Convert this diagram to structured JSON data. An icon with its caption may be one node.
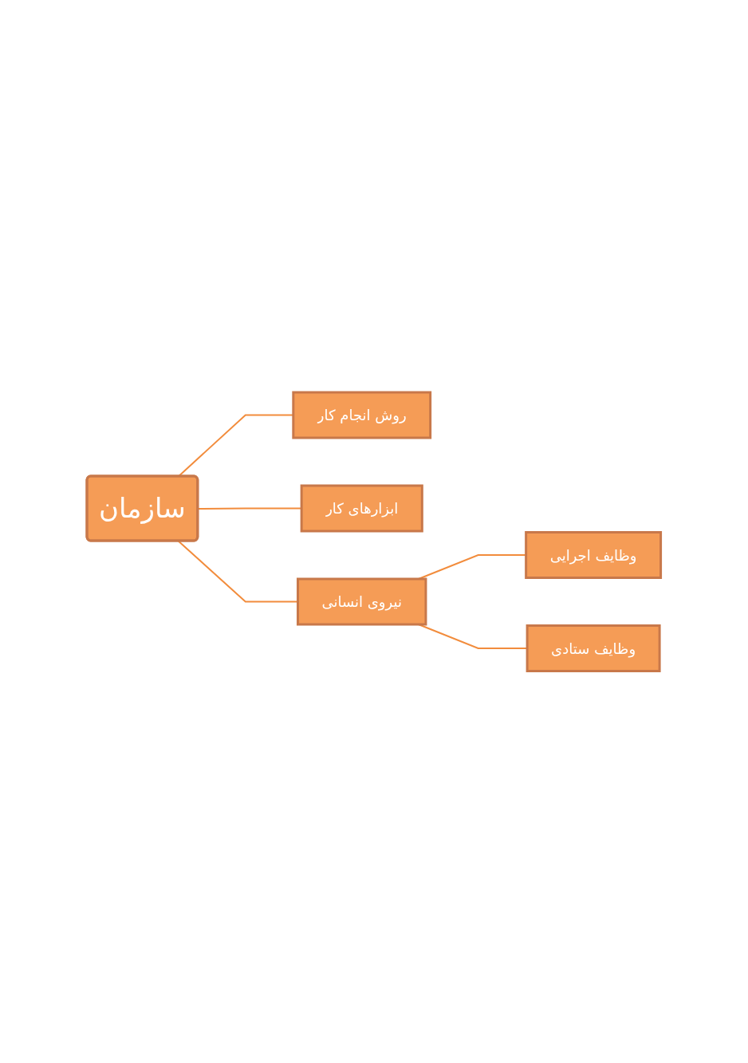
{
  "diagram": {
    "nodes": [
      {
        "text": [
          "سازمان"
        ]
      },
      {
        "text": [
          "روش انجام کار"
        ]
      },
      {
        "text": [
          "ابزارهای کار"
        ]
      },
      {
        "text": [
          "نیروی انسانی"
        ]
      },
      {
        "text": [
          "وظایف اجرایی"
        ]
      },
      {
        "text": [
          "وظایف ستادی"
        ]
      }
    ],
    "edges": [
      {
        "from": 0,
        "to": 1,
        "arrow": "none"
      },
      {
        "from": 0,
        "to": 2,
        "arrow": "none"
      },
      {
        "from": 0,
        "to": 3,
        "arrow": "none"
      },
      {
        "from": 3,
        "to": 4,
        "arrow": "none"
      },
      {
        "from": 3,
        "to": 5,
        "arrow": "none"
      }
    ]
  }
}
